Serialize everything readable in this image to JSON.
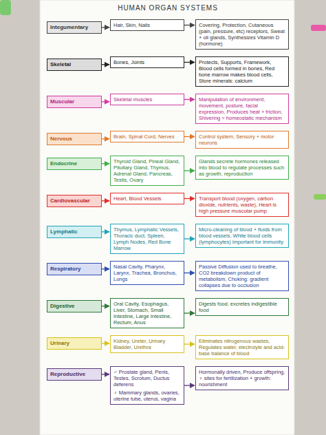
{
  "diagram": {
    "title": "HUMAN ORGAN SYSTEMS",
    "nodes": [
      {
        "text": [
          "Integumentary"
        ]
      },
      {
        "text": [
          "Hair, Skin, Nails"
        ]
      },
      {
        "text": [
          "Covering, Protection, Cutaneous (pain, pressure, etc) receptors, Sweat + oil glands, Synthesizes Vitamin D (hormone)"
        ]
      },
      {
        "text": [
          "Skeletal"
        ]
      },
      {
        "text": [
          "Bones, Joints"
        ]
      },
      {
        "text": [
          "Protects, Supports, Framework, Blood cells formed in bones, Red bone marrow makes blood cells, Store minerals: calcium"
        ]
      },
      {
        "text": [
          "Muscular"
        ]
      },
      {
        "text": [
          "Skeletal muscles"
        ]
      },
      {
        "text": [
          "Manipulation of environment, movement, posture, facial expression, Produces heat + friction, Shivering = homeostatic mechanism"
        ]
      },
      {
        "text": [
          "Nervous"
        ]
      },
      {
        "text": [
          "Brain, Spinal Cord, Nerves"
        ]
      },
      {
        "text": [
          "Control system, Sensory + motor neurons"
        ]
      },
      {
        "text": [
          "Endocrine"
        ]
      },
      {
        "text": [
          "Thyroid Gland, Pineal Gland, Pituitary Gland, Thymus, Adrenal Gland, Pancreas, Testis, Ovary"
        ]
      },
      {
        "text": [
          "Glands secrete hormones released into blood to regulate processes such as growth, reproduction"
        ]
      },
      {
        "text": [
          "Cardiovascular"
        ]
      },
      {
        "text": [
          "Heart, Blood Vessels"
        ]
      },
      {
        "text": [
          "Transport blood (oxygen, carbon dioxide, nutrients, waste), Heart is high pressure muscular pump"
        ]
      },
      {
        "text": [
          "Lymphatic"
        ]
      },
      {
        "text": [
          "Thymus, Lymphatic Vessels, Thoracic duct, Spleen, Lymph Nodes, Red Bone Marrow"
        ]
      },
      {
        "text": [
          "Micro-cleaning of blood + fluids from blood vessels, White blood cells (lymphocytes) important for immunity"
        ]
      },
      {
        "text": [
          "Respiratory"
        ]
      },
      {
        "text": [
          "Nasal Cavity, Pharynx, Larynx, Trachea, Bronchus, Lungs"
        ]
      },
      {
        "text": [
          "Passive Diffusion used to breathe, CO2 breakdown product of metabolism, Choking: gradient collapses due to occlusion"
        ]
      },
      {
        "text": [
          "Digestive"
        ]
      },
      {
        "text": [
          "Oral Cavity, Esophagus, Liver, Stomach, Small Intestine, Large Intestine, Rectum, Anus"
        ]
      },
      {
        "text": [
          "Digests food, excretes indigestible food"
        ]
      },
      {
        "text": [
          "Urinary"
        ]
      },
      {
        "text": [
          "Kidney, Ureter, Urinary Bladder, Urethra"
        ]
      },
      {
        "text": [
          "Eliminates nitrogenous wastes, Regulates water, electrolyte and acid-base balance of blood"
        ]
      },
      {
        "text": [
          "Reproductive"
        ]
      },
      {
        "text": [
          "♂ Prostate gland, Penis, Testes, Scrotum, Ductus deferens",
          "♀ Mammary glands, ovaries, uterine tube, uterus, vagina"
        ]
      },
      {
        "text": [
          "Hormonally driven, Produce offspring, ♀ sites for fertilization + growth: nourishment"
        ]
      }
    ],
    "edges": [
      {
        "from": 0,
        "to": 1,
        "arrow": "to"
      },
      {
        "from": 1,
        "to": 2,
        "arrow": "to"
      },
      {
        "from": 3,
        "to": 4,
        "arrow": "to"
      },
      {
        "from": 4,
        "to": 5,
        "arrow": "to"
      },
      {
        "from": 6,
        "to": 7,
        "arrow": "to"
      },
      {
        "from": 7,
        "to": 8,
        "arrow": "to"
      },
      {
        "from": 9,
        "to": 10,
        "arrow": "to"
      },
      {
        "from": 10,
        "to": 11,
        "arrow": "to"
      },
      {
        "from": 12,
        "to": 13,
        "arrow": "to"
      },
      {
        "from": 13,
        "to": 14,
        "arrow": "to"
      },
      {
        "from": 15,
        "to": 16,
        "arrow": "to"
      },
      {
        "from": 16,
        "to": 17,
        "arrow": "to"
      },
      {
        "from": 18,
        "to": 19,
        "arrow": "to"
      },
      {
        "from": 19,
        "to": 20,
        "arrow": "to"
      },
      {
        "from": 21,
        "to": 22,
        "arrow": "to"
      },
      {
        "from": 22,
        "to": 23,
        "arrow": "to"
      },
      {
        "from": 24,
        "to": 25,
        "arrow": "to"
      },
      {
        "from": 25,
        "to": 26,
        "arrow": "to"
      },
      {
        "from": 27,
        "to": 28,
        "arrow": "to"
      },
      {
        "from": 28,
        "to": 29,
        "arrow": "to"
      },
      {
        "from": 30,
        "to": 31,
        "arrow": "to"
      },
      {
        "from": 31,
        "to": 32,
        "arrow": "to"
      }
    ]
  }
}
